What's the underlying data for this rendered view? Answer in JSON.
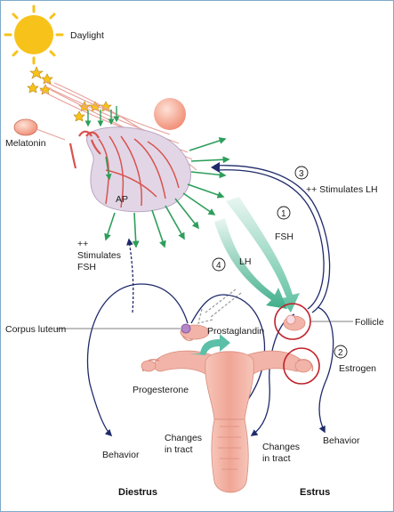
{
  "labels": {
    "daylight": "Daylight",
    "melatonin": "Melatonin",
    "ap": "AP",
    "stimulates_lh": "++ Stimulates LH",
    "stimulates_fsh_1": "++",
    "stimulates_fsh_2": "Stimulates",
    "stimulates_fsh_3": "FSH",
    "fsh": "FSH",
    "lh": "LH",
    "corpus_luteum": "Corpus luteum",
    "prostaglandin": "Prostaglandin",
    "follicle": "Follicle",
    "estrogen": "Estrogen",
    "progesterone": "Progesterone",
    "behavior_left": "Behavior",
    "behavior_right": "Behavior",
    "changes_left_1": "Changes",
    "changes_left_2": "in tract",
    "changes_right_1": "Changes",
    "changes_right_2": "in tract",
    "diestrus": "Diestrus",
    "estrus": "Estrus"
  },
  "steps": {
    "one": "1",
    "two": "2",
    "three": "3",
    "four": "4"
  },
  "colors": {
    "sun": "#f7c21a",
    "pituitary": "#e2d6e6",
    "nerve": "#d9534f",
    "hormone_arrow": "#2e9e5b",
    "teal_arrow": "#5cc0a8",
    "feedback_line": "#1f2a6b",
    "tract": "#f2b4a8",
    "ring": "#c0202a"
  }
}
